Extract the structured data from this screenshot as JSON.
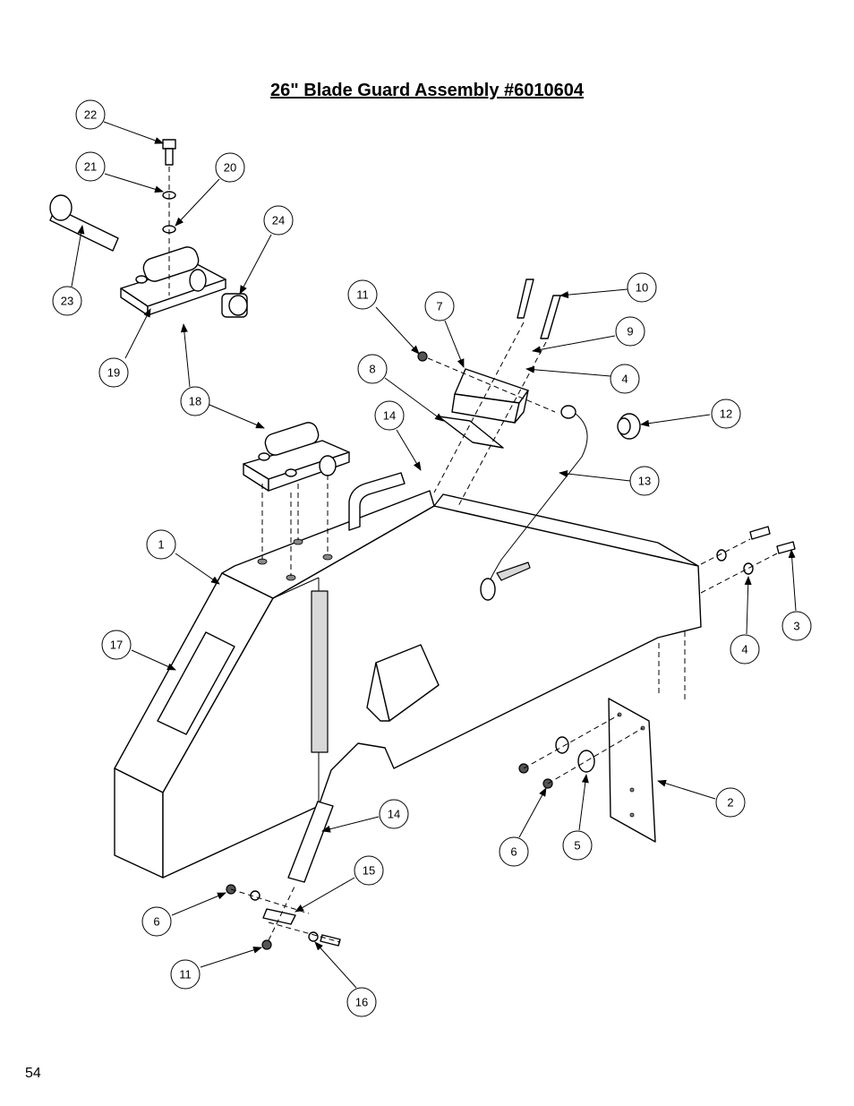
{
  "title": "26\" Blade Guard Assembly #6010604",
  "page_number": "54",
  "callouts": [
    {
      "key": "c1",
      "label": "1"
    },
    {
      "key": "c2",
      "label": "2"
    },
    {
      "key": "c3",
      "label": "3"
    },
    {
      "key": "c4a",
      "label": "4"
    },
    {
      "key": "c4b",
      "label": "4"
    },
    {
      "key": "c5",
      "label": "5"
    },
    {
      "key": "c6a",
      "label": "6"
    },
    {
      "key": "c6b",
      "label": "6"
    },
    {
      "key": "c7",
      "label": "7"
    },
    {
      "key": "c8",
      "label": "8"
    },
    {
      "key": "c9",
      "label": "9"
    },
    {
      "key": "c10",
      "label": "10"
    },
    {
      "key": "c11a",
      "label": "11"
    },
    {
      "key": "c11b",
      "label": "11"
    },
    {
      "key": "c12",
      "label": "12"
    },
    {
      "key": "c13",
      "label": "13"
    },
    {
      "key": "c14a",
      "label": "14"
    },
    {
      "key": "c14b",
      "label": "14"
    },
    {
      "key": "c15",
      "label": "15"
    },
    {
      "key": "c16",
      "label": "16"
    },
    {
      "key": "c17",
      "label": "17"
    },
    {
      "key": "c18",
      "label": "18"
    },
    {
      "key": "c19",
      "label": "19"
    },
    {
      "key": "c20",
      "label": "20"
    },
    {
      "key": "c21",
      "label": "21"
    },
    {
      "key": "c22",
      "label": "22"
    },
    {
      "key": "c23",
      "label": "23"
    },
    {
      "key": "c24",
      "label": "24"
    }
  ]
}
